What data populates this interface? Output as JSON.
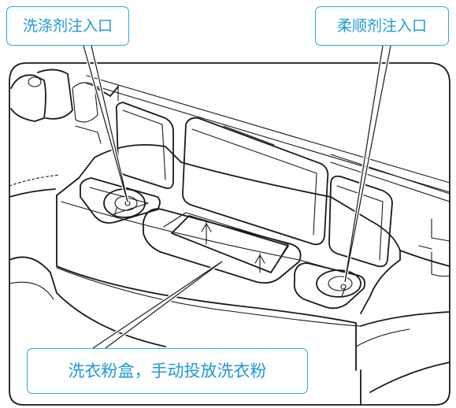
{
  "callouts": {
    "detergent_inlet": "洗涤剂注入口",
    "softener_inlet": "柔顺剂注入口",
    "powder_box": "洗衣粉盒，手动投放洗衣粉"
  },
  "colors": {
    "callout_border": "#29a9df",
    "callout_text": "#1e9ad6",
    "line_art": "#1a1a1a",
    "background": "#ffffff"
  }
}
